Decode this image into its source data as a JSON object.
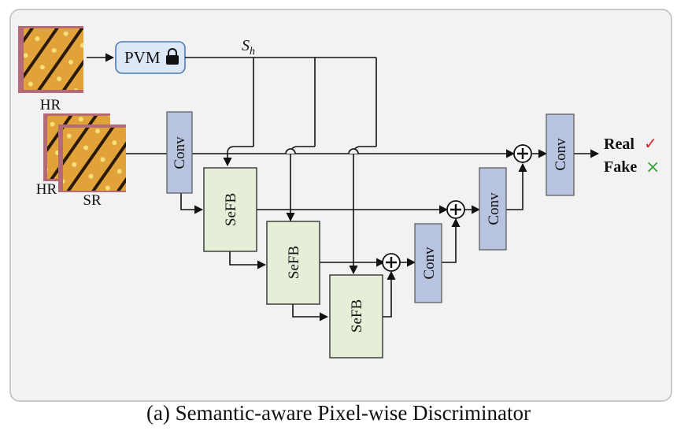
{
  "inputs": {
    "hr_label": "HR",
    "stack_hr_label": "HR",
    "sr_label": "SR"
  },
  "pvm": {
    "label": "PVM",
    "lock_icon": "lock-icon"
  },
  "semantic_feature": {
    "symbol": "S",
    "subscript": "h"
  },
  "blocks": {
    "conv": "Conv",
    "sefb": "SeFB"
  },
  "outputs": {
    "real_label": "Real",
    "fake_label": "Fake",
    "real_mark": "✓",
    "fake_mark": "×",
    "real_color": "#e0202a",
    "fake_color": "#3aa142"
  },
  "colors": {
    "conv_fill": "#b8c3e0",
    "sefb_fill": "#e5efd7",
    "pvm_fill": "#dde8f7",
    "pvm_border": "#4a7ab8",
    "panel_fill": "#f2f2f2",
    "panel_border": "#bbbbbb"
  },
  "caption": "(a) Semantic-aware Pixel-wise Discriminator"
}
